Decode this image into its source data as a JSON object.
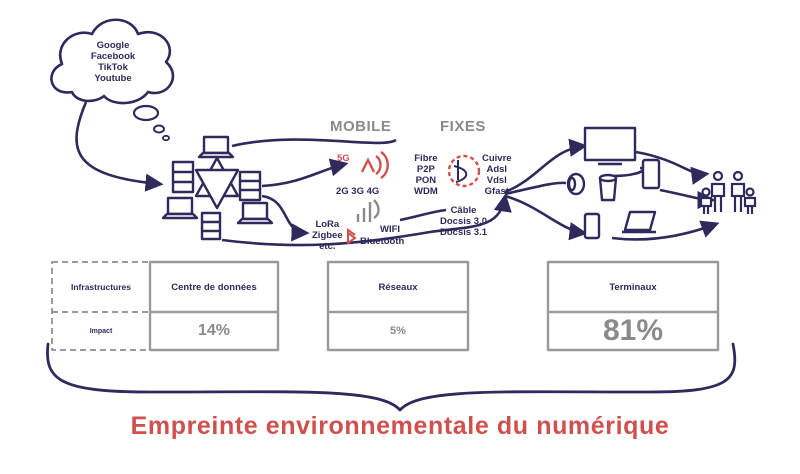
{
  "cloud": {
    "services": [
      "Google",
      "Facebook",
      "TikTok",
      "Youtube"
    ]
  },
  "headings": {
    "mobile": "MOBILE",
    "fixes": "FIXES"
  },
  "mobile": {
    "cellular_gen": "5G",
    "cellular_list": "2G 3G 4G",
    "iot": [
      "LoRa",
      "Zigbee",
      "etc."
    ],
    "wifi": "WIFI",
    "bluetooth": "Bluetooth"
  },
  "fixes": {
    "fibre": [
      "Fibre",
      "P2P",
      "PON",
      "WDM"
    ],
    "cuivre": [
      "Cuivre",
      "Adsl",
      "Vdsl",
      "Gfast"
    ],
    "cable": [
      "Câble",
      "Docsis 3.0",
      "Docsis 3.1"
    ]
  },
  "table": {
    "row_labels": {
      "infrastructures": "Infrastructures",
      "impact": "Impact"
    },
    "columns": [
      {
        "label": "Centre de données",
        "impact": "14%"
      },
      {
        "label": "Réseaux",
        "impact": "5%"
      },
      {
        "label": "Terminaux",
        "impact": "81%"
      }
    ]
  },
  "footer": {
    "title": "Empreinte environnementale du numérique"
  },
  "colors": {
    "ink": "#2e2a5c",
    "accent": "#d0504d",
    "grey": "#8a8a8a",
    "box_border": "#9a9a9a"
  }
}
